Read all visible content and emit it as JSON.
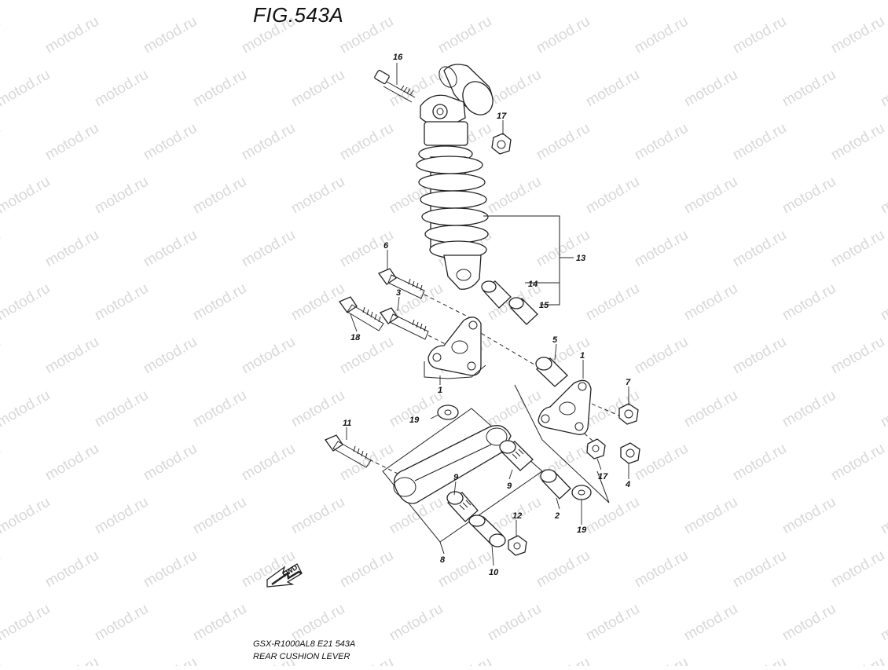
{
  "figure": {
    "title": "FIG.543A",
    "footer_line1": "GSX-R1000AL8  E21  543A",
    "footer_line2": "REAR CUSHION LEVER",
    "watermark": "motod.ru"
  },
  "callouts": {
    "c16": "16",
    "c17a": "17",
    "c13": "13",
    "c14": "14",
    "c15": "15",
    "c6": "6",
    "c3": "3",
    "c18": "18",
    "c1a": "1",
    "c5": "5",
    "c1b": "1",
    "c7": "7",
    "c19a": "19",
    "c11": "11",
    "c9a": "9",
    "c9b": "9",
    "c17b": "17",
    "c4": "4",
    "c2": "2",
    "c19b": "19",
    "c12": "12",
    "c8": "8",
    "c10": "10"
  },
  "fwd_label": "FWD",
  "colors": {
    "line": "#222222",
    "watermark": "#b9b9b9"
  }
}
